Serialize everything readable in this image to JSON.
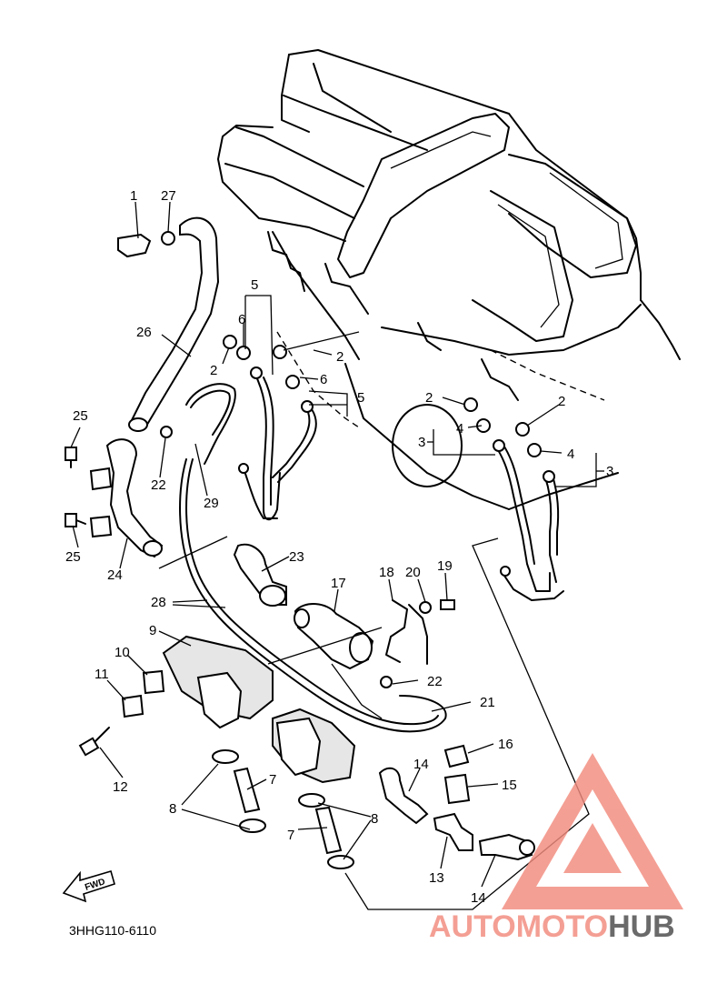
{
  "callouts": [
    {
      "id": "c1",
      "text": "1"
    },
    {
      "id": "c27",
      "text": "27"
    },
    {
      "id": "c26",
      "text": "26"
    },
    {
      "id": "c5a",
      "text": "5"
    },
    {
      "id": "c6a",
      "text": "6"
    },
    {
      "id": "c2a",
      "text": "2"
    },
    {
      "id": "c2b",
      "text": "2"
    },
    {
      "id": "c6b",
      "text": "6"
    },
    {
      "id": "c5b",
      "text": "5"
    },
    {
      "id": "c2c",
      "text": "2"
    },
    {
      "id": "c2d",
      "text": "2"
    },
    {
      "id": "c4a",
      "text": "4"
    },
    {
      "id": "c3a",
      "text": "3"
    },
    {
      "id": "c4b",
      "text": "4"
    },
    {
      "id": "c3b",
      "text": "3"
    },
    {
      "id": "c25a",
      "text": "25"
    },
    {
      "id": "c22a",
      "text": "22"
    },
    {
      "id": "c29",
      "text": "29"
    },
    {
      "id": "c25b",
      "text": "25"
    },
    {
      "id": "c24",
      "text": "24"
    },
    {
      "id": "c23",
      "text": "23"
    },
    {
      "id": "c17",
      "text": "17"
    },
    {
      "id": "c18",
      "text": "18"
    },
    {
      "id": "c20",
      "text": "20"
    },
    {
      "id": "c19",
      "text": "19"
    },
    {
      "id": "c28",
      "text": "28"
    },
    {
      "id": "c9",
      "text": "9"
    },
    {
      "id": "c10",
      "text": "10"
    },
    {
      "id": "c11",
      "text": "11"
    },
    {
      "id": "c22b",
      "text": "22"
    },
    {
      "id": "c21",
      "text": "21"
    },
    {
      "id": "c16",
      "text": "16"
    },
    {
      "id": "c12",
      "text": "12"
    },
    {
      "id": "c14a",
      "text": "14"
    },
    {
      "id": "c15",
      "text": "15"
    },
    {
      "id": "c7a",
      "text": "7"
    },
    {
      "id": "c8a",
      "text": "8"
    },
    {
      "id": "c7b",
      "text": "7"
    },
    {
      "id": "c8b",
      "text": "8"
    },
    {
      "id": "c13",
      "text": "13"
    },
    {
      "id": "c14b",
      "text": "14"
    }
  ],
  "fwd_label": "FWD",
  "diagram_code": "3HHG110-6110",
  "watermark": {
    "part1": "AUTOMOTO",
    "part2": "HUB",
    "color_primary": "#f28b7d",
    "color_secondary": "#4a4a4a"
  }
}
